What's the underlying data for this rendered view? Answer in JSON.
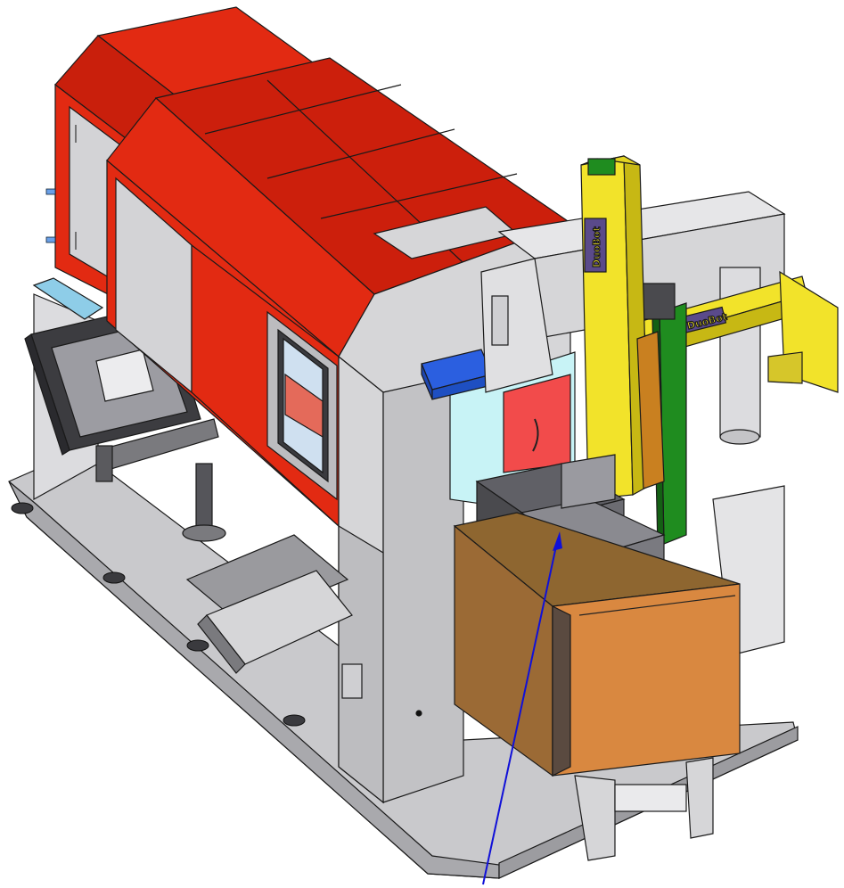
{
  "figure": {
    "kind": "cad-isometric-machine-assembly",
    "colors": {
      "enclosure_red": "#e22a12",
      "enclosure_red_dark": "#b81e0c",
      "frame_grey": "#d6d6d8",
      "frame_grey_dark": "#a9a9ad",
      "base_plate": "#c9c9cc",
      "dark_metal": "#4a4a4e",
      "gantry_yellow": "#f2e32a",
      "gantry_yellow_dark": "#c7b814",
      "green_column": "#1f8c1f",
      "orange_cabinet": "#d98840",
      "orange_cabinet_dark": "#8e6630",
      "blue_box": "#2b5fe0",
      "window_cyan": "#c8f3f6",
      "door_red": "#f24b4b",
      "arrow_blue": "#1010d8",
      "outline": "#1a1a1a"
    },
    "brand_labels": [
      {
        "id": "column-label",
        "text": "DuoBot"
      },
      {
        "id": "arm-label",
        "text": "DuoBot"
      }
    ],
    "pointer": {
      "color": "#1010d8",
      "points_to": "fixture-block"
    }
  }
}
